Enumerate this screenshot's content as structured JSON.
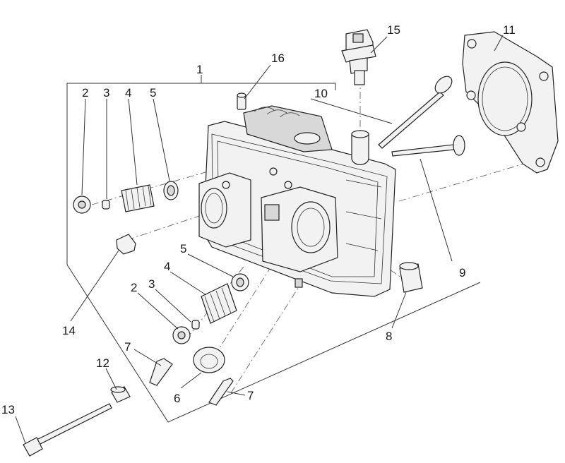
{
  "labels": {
    "l1": "1",
    "l2a": "2",
    "l3a": "3",
    "l4a": "4",
    "l5a": "5",
    "l16": "16",
    "l15": "15",
    "l11": "11",
    "l10": "10",
    "l9": "9",
    "l8": "8",
    "l14": "14",
    "l5b": "5",
    "l4b": "4",
    "l3b": "3",
    "l2b": "2",
    "l7a": "7",
    "l12": "12",
    "l6": "6",
    "l7b": "7",
    "l13": "13"
  }
}
